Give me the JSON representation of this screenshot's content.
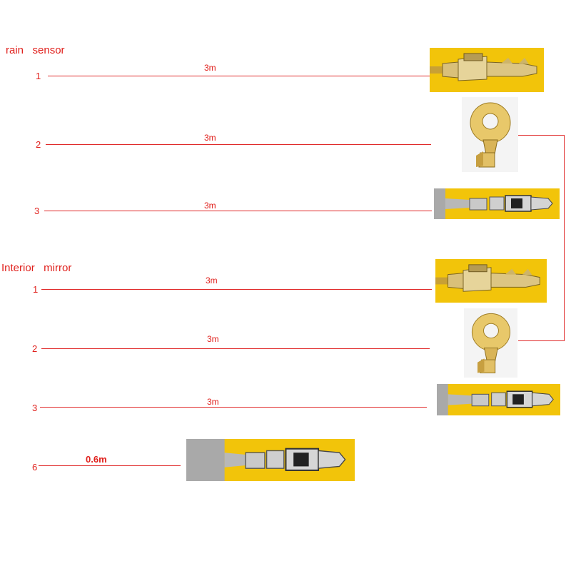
{
  "sections": [
    {
      "title": "rain   sensor"
    },
    {
      "title": "Interior   mirror"
    }
  ],
  "rows": [
    {
      "pin": "1",
      "length": "3m",
      "terminal": "female-spade-terminal",
      "photo_bg": "#f2c40a"
    },
    {
      "pin": "2",
      "length": "3m",
      "terminal": "ring-terminal",
      "photo_bg": "#f4f4f4"
    },
    {
      "pin": "3",
      "length": "3m",
      "terminal": "pin-terminal",
      "photo_bg": "#f2c40a"
    },
    {
      "pin": "1",
      "length": "3m",
      "terminal": "female-spade-terminal",
      "photo_bg": "#f2c40a"
    },
    {
      "pin": "2",
      "length": "3m",
      "terminal": "ring-terminal",
      "photo_bg": "#f4f4f4"
    },
    {
      "pin": "3",
      "length": "3m",
      "terminal": "pin-terminal",
      "photo_bg": "#f2c40a"
    },
    {
      "pin": "6",
      "length": "0.6m",
      "terminal": "pin-terminal",
      "photo_bg": "#f2c40a"
    }
  ],
  "colors": {
    "wire": "#e02a2a",
    "text": "#e0201c"
  }
}
